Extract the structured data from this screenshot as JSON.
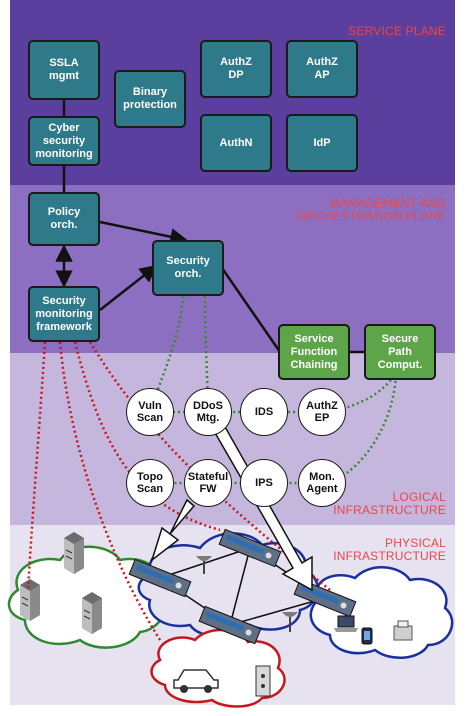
{
  "planes": {
    "service": "SERVICE PLANE",
    "management": "MANAGEMENT AND ORCHESTRATION PLANE",
    "logical": "LOGICAL INFRASTRUCTURE",
    "physical": "PHYSICAL INFRASTRUCTURE"
  },
  "service_boxes": {
    "ssla": "SSLA mgmt",
    "binary": "Binary protection",
    "authz_dp": "AuthZ DP",
    "authz_ap": "AuthZ AP",
    "authn": "AuthN",
    "idp": "IdP",
    "cyber": "Cyber security monitoring"
  },
  "management_boxes": {
    "policy": "Policy orch.",
    "security_orch": "Security orch.",
    "smf": "Security monitoring framework",
    "sfc": "Service Function Chaining",
    "spc": "Secure Path Comput."
  },
  "logical_functions": {
    "vuln": "Vuln Scan",
    "ddos": "DDoS Mtg.",
    "ids": "IDS",
    "authz_ep": "AuthZ EP",
    "topo": "Topo Scan",
    "fw": "Stateful FW",
    "ips": "IPS",
    "mon": "Mon. Agent"
  },
  "colors": {
    "service_plane": "#5b3f9e",
    "management_plane": "#8c6fc0",
    "logical_plane": "#c4b6dd",
    "physical_plane": "#e6e2ef",
    "box": "#2f7a8a",
    "box_green": "#5ea54a",
    "label": "#e8474a",
    "dotted_red": "#c8161d",
    "dotted_green": "#3a8a2a"
  }
}
